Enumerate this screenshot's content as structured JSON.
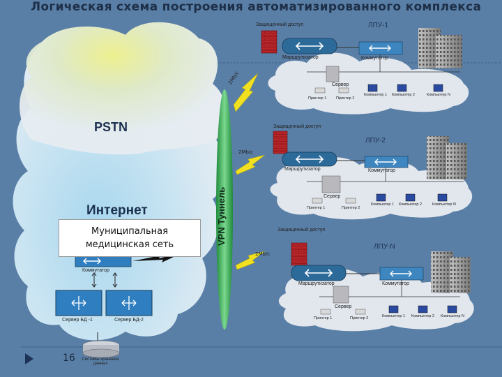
{
  "title": "Логическая схема построения автоматизированного комплекса",
  "clouds": {
    "pstn": "PSTN",
    "internet": "Интернет"
  },
  "vpn": "VPN Туннель",
  "municipal": {
    "line1": "Муниципальная",
    "line2": "медицинская сеть",
    "switch": "Коммутатор",
    "server1": "Сервер БД -1",
    "server2": "Сервер БД-2",
    "storage": "Системы хранения данных"
  },
  "sites": [
    {
      "name": "ЛПУ-1",
      "secure": "Защищенный доступ",
      "router": "Маршрутизатор",
      "switch": "Коммутатор",
      "server": "Сервер",
      "devices": [
        "Принтер 1",
        "Принтер 2",
        "Компьютер 1",
        "Компьютер 2",
        "Компьютер N"
      ],
      "link": "2Mb/c"
    },
    {
      "name": "ЛПУ-2",
      "secure": "Защищенный доступ",
      "router": "Маршрутизатор",
      "switch": "Коммутатор",
      "server": "Сервер",
      "devices": [
        "Принтер 1",
        "Принтер 2",
        "Компьютер 1",
        "Компьютер 2",
        "Компьютер N"
      ],
      "link": "2Mb/c"
    },
    {
      "name": "ЛПУ-N",
      "secure": "Защищенный доступ",
      "router": "Маршрутизатор",
      "switch": "Коммутатор",
      "server": "Сервер",
      "devices": [
        "Принтер 1",
        "Принтер 2",
        "Компьютер 1",
        "Компьютер 2",
        "Компьютер N"
      ],
      "link": "2Mb/c"
    }
  ],
  "page_number": "16",
  "colors": {
    "background": "#5a7fa6",
    "cloud": "#e4e8ee",
    "firewall": "#b8262a",
    "router": "#2c6a9a",
    "switch": "#3d86c0",
    "server_blue": "#2f7fc0",
    "bolt": "#f0e020",
    "vpn": "#2fa84a",
    "page_marker": "#1d3355"
  }
}
